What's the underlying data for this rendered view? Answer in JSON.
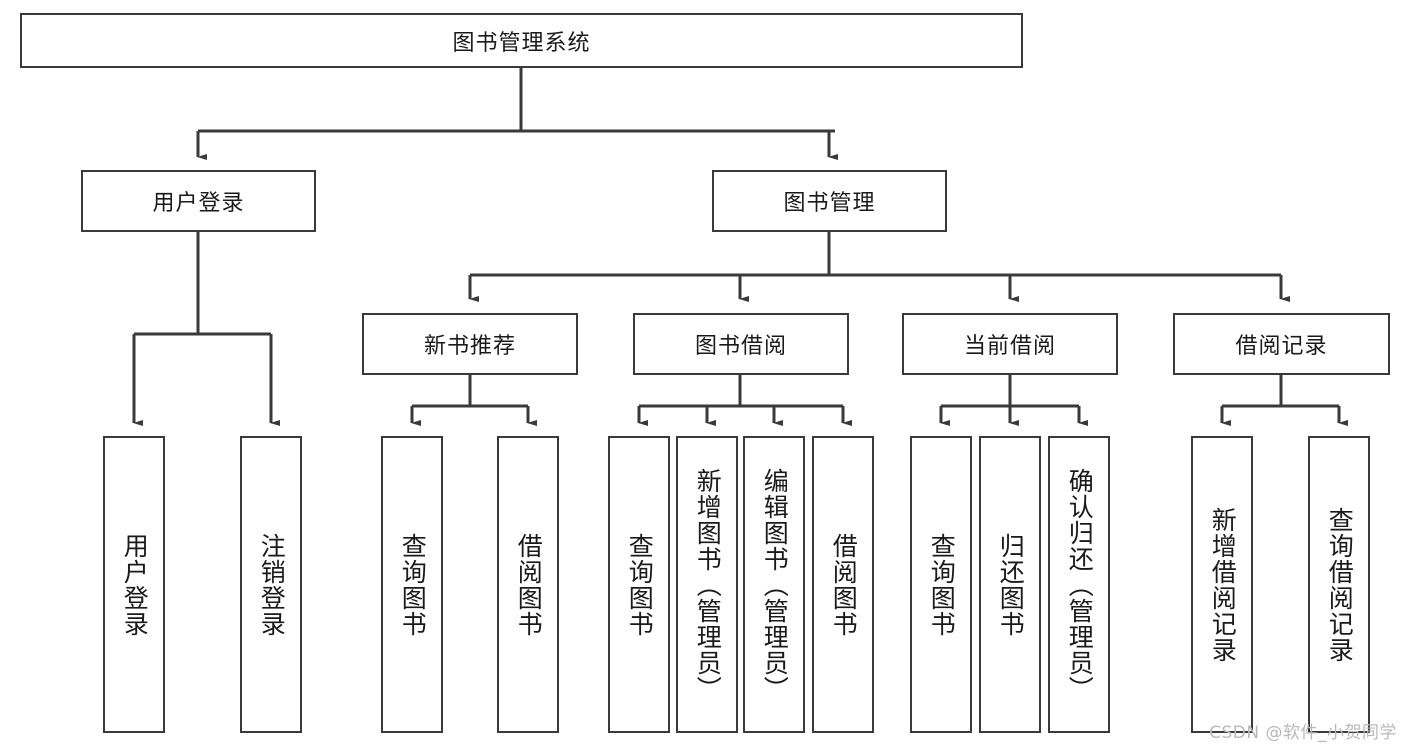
{
  "diagram": {
    "title_box": {
      "label": "图书管理系统"
    },
    "level2": [
      {
        "id": "user-login",
        "label": "用户登录"
      },
      {
        "id": "book-management",
        "label": "图书管理"
      }
    ],
    "level3": [
      {
        "id": "new-book-recommend",
        "label": "新书推荐"
      },
      {
        "id": "book-borrow",
        "label": "图书借阅"
      },
      {
        "id": "current-borrow",
        "label": "当前借阅"
      },
      {
        "id": "borrow-record",
        "label": "借阅记录"
      }
    ],
    "leaves": {
      "user_login": [
        {
          "id": "leaf-user-login",
          "label": "用户登录"
        },
        {
          "id": "leaf-logout-login",
          "label": "注销登录"
        }
      ],
      "new_book_recommend": [
        {
          "id": "leaf-query-book-1",
          "label": "查询图书"
        },
        {
          "id": "leaf-borrow-book-1",
          "label": "借阅图书"
        }
      ],
      "book_borrow": [
        {
          "id": "leaf-query-book-2",
          "label": "查询图书"
        },
        {
          "id": "leaf-add-book",
          "label": "新增图书（管理员）"
        },
        {
          "id": "leaf-edit-book",
          "label": "编辑图书（管理员）"
        },
        {
          "id": "leaf-borrow-book-2",
          "label": "借阅图书"
        }
      ],
      "current_borrow": [
        {
          "id": "leaf-query-book-3",
          "label": "查询图书"
        },
        {
          "id": "leaf-return-book",
          "label": "归还图书"
        },
        {
          "id": "leaf-confirm-return",
          "label": "确认归还（管理员）"
        }
      ],
      "borrow_record": [
        {
          "id": "leaf-add-record",
          "label": "新增借阅记录"
        },
        {
          "id": "leaf-query-record",
          "label": "查询借阅记录"
        }
      ]
    },
    "watermark": "CSDN @软件_小贺同学",
    "colors": {
      "stroke": "#3a3a3a",
      "text": "#1a1a1a",
      "background": "#ffffff",
      "watermark": "#b9b9b9"
    }
  }
}
